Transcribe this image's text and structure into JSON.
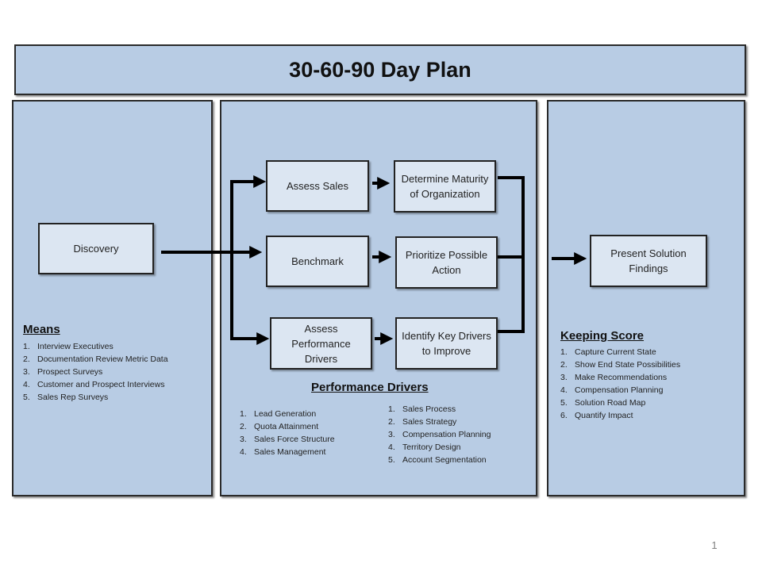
{
  "title": "30-60-90 Day Plan",
  "left_panel": {
    "boxes": {
      "discovery": "Discovery"
    },
    "means": {
      "heading": "Means",
      "items": [
        "Interview Executives",
        "Documentation Review Metric Data",
        "Prospect Surveys",
        "Customer and Prospect Interviews",
        "Sales Rep Surveys"
      ]
    }
  },
  "center_panel": {
    "boxes": {
      "assess_sales": "Assess Sales",
      "benchmark": "Benchmark",
      "assess_performance_drivers": "Assess Performance Drivers",
      "determine_maturity": "Determine Maturity of Organization",
      "prioritize_action": "Prioritize Possible Action",
      "identify_key_drivers": "Identify Key Drivers to Improve"
    },
    "performance_drivers": {
      "heading": "Performance Drivers",
      "list_a": [
        "Lead Generation",
        "Quota Attainment",
        "Sales Force Structure",
        "Sales Management"
      ],
      "list_b": [
        "Sales Process",
        "Sales Strategy",
        "Compensation Planning",
        "Territory Design",
        "Account Segmentation"
      ]
    }
  },
  "right_panel": {
    "boxes": {
      "present_solution": "Present Solution Findings"
    },
    "keeping_score": {
      "heading": "Keeping Score",
      "items": [
        "Capture Current State",
        "Show End State Possibilities",
        "Make Recommendations",
        "Compensation Planning",
        "Solution Road Map",
        "Quantify Impact"
      ]
    }
  },
  "slide_number": "1"
}
